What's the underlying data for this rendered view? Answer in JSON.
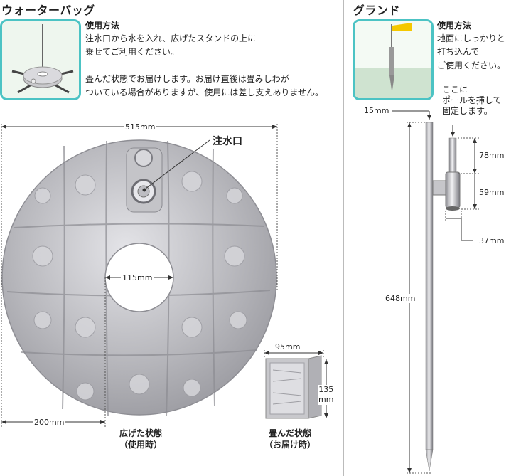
{
  "water_bag": {
    "title": "ウォーターバッグ",
    "usage_heading": "使用方法",
    "usage_lines": [
      "注水口から水を入れ、広げたスタンドの上に",
      "乗せてご利用ください。"
    ],
    "note_lines": [
      "畳んだ状態でお届けします。お届け直後は畳みしわが",
      "ついている場合がありますが、使用には差し支えありません。"
    ],
    "width_label": "515mm",
    "inlet_label": "注水口",
    "hole_label": "115mm",
    "radius_label": "200mm",
    "open_caption": [
      "広げた状態",
      "（使用時）"
    ],
    "folded_width_label": "95mm",
    "folded_height_label": [
      "135",
      "mm"
    ],
    "folded_caption": [
      "畳んだ状態",
      "（お届け時）"
    ]
  },
  "ground": {
    "title": "グランド",
    "usage_heading": "使用方法",
    "usage_lines": [
      "地面にしっかりと",
      "打ち込んで",
      "ご使用ください。"
    ],
    "insert_note": [
      "ここに",
      "ポールを挿して",
      "固定します。"
    ],
    "top_width_label": "15mm",
    "socket_label": "78mm",
    "collar_label": "59mm",
    "diameter_label": "37mm",
    "length_label": "648mm"
  },
  "colors": {
    "accent": "#4cc3c4",
    "flag": "#f5c800",
    "silver": "#b8b8bc"
  }
}
